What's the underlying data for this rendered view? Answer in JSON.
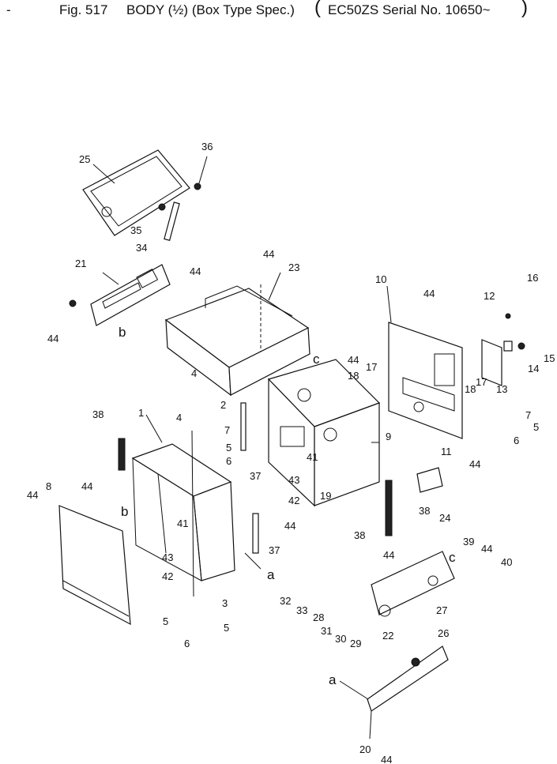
{
  "header": {
    "dash": "-",
    "fig": "Fig. 517",
    "title": "BODY (½) (Box Type Spec.)",
    "model": "EC50ZS Serial No. 10650~"
  },
  "callouts": [
    {
      "id": "p25",
      "text": "25"
    },
    {
      "id": "p36",
      "text": "36"
    },
    {
      "id": "p35",
      "text": "35"
    },
    {
      "id": "p34",
      "text": "34"
    },
    {
      "id": "p21",
      "text": "21"
    },
    {
      "id": "p44a",
      "text": "44"
    },
    {
      "id": "p44b",
      "text": "44"
    },
    {
      "id": "p44c",
      "text": "44"
    },
    {
      "id": "p23",
      "text": "23"
    },
    {
      "id": "p44d",
      "text": "44"
    },
    {
      "id": "p10",
      "text": "10"
    },
    {
      "id": "p44e",
      "text": "44"
    },
    {
      "id": "p12",
      "text": "12"
    },
    {
      "id": "p16",
      "text": "16"
    },
    {
      "id": "p15",
      "text": "15"
    },
    {
      "id": "p14",
      "text": "14"
    },
    {
      "id": "p13",
      "text": "13"
    },
    {
      "id": "p17a",
      "text": "17"
    },
    {
      "id": "p17b",
      "text": "17"
    },
    {
      "id": "p18a",
      "text": "18"
    },
    {
      "id": "p18b",
      "text": "18"
    },
    {
      "id": "p7a",
      "text": "7"
    },
    {
      "id": "p5a",
      "text": "5"
    },
    {
      "id": "p6a",
      "text": "6"
    },
    {
      "id": "p4a",
      "text": "4"
    },
    {
      "id": "p2",
      "text": "2"
    },
    {
      "id": "p4b",
      "text": "4"
    },
    {
      "id": "p7b",
      "text": "7"
    },
    {
      "id": "p5b",
      "text": "5"
    },
    {
      "id": "p6b",
      "text": "6"
    },
    {
      "id": "p1",
      "text": "1"
    },
    {
      "id": "p38a",
      "text": "38"
    },
    {
      "id": "p44f",
      "text": "44"
    },
    {
      "id": "p9",
      "text": "9"
    },
    {
      "id": "p41a",
      "text": "41"
    },
    {
      "id": "p43a",
      "text": "43"
    },
    {
      "id": "p42a",
      "text": "42"
    },
    {
      "id": "p19",
      "text": "19"
    },
    {
      "id": "p37a",
      "text": "37"
    },
    {
      "id": "p11",
      "text": "11"
    },
    {
      "id": "p44g",
      "text": "44"
    },
    {
      "id": "p8",
      "text": "8"
    },
    {
      "id": "p44h",
      "text": "44"
    },
    {
      "id": "p41b",
      "text": "41"
    },
    {
      "id": "p43b",
      "text": "43"
    },
    {
      "id": "p42b",
      "text": "42"
    },
    {
      "id": "p44i",
      "text": "44"
    },
    {
      "id": "p37b",
      "text": "37"
    },
    {
      "id": "p38b",
      "text": "38"
    },
    {
      "id": "p38c",
      "text": "38"
    },
    {
      "id": "p44j",
      "text": "44"
    },
    {
      "id": "p24",
      "text": "24"
    },
    {
      "id": "p39",
      "text": "39"
    },
    {
      "id": "p44k",
      "text": "44"
    },
    {
      "id": "p40",
      "text": "40"
    },
    {
      "id": "p3",
      "text": "3"
    },
    {
      "id": "p5c",
      "text": "5"
    },
    {
      "id": "p5d",
      "text": "5"
    },
    {
      "id": "p6c",
      "text": "6"
    },
    {
      "id": "p32",
      "text": "32"
    },
    {
      "id": "p33",
      "text": "33"
    },
    {
      "id": "p28",
      "text": "28"
    },
    {
      "id": "p31",
      "text": "31"
    },
    {
      "id": "p30",
      "text": "30"
    },
    {
      "id": "p29",
      "text": "29"
    },
    {
      "id": "p27",
      "text": "27"
    },
    {
      "id": "p26",
      "text": "26"
    },
    {
      "id": "p22",
      "text": "22"
    },
    {
      "id": "p20",
      "text": "20"
    },
    {
      "id": "p44l",
      "text": "44"
    }
  ],
  "letters": [
    {
      "id": "b1",
      "text": "b"
    },
    {
      "id": "b2",
      "text": "b"
    },
    {
      "id": "c1",
      "text": "c"
    },
    {
      "id": "c2",
      "text": "c"
    },
    {
      "id": "a1",
      "text": "a"
    },
    {
      "id": "a2",
      "text": "a"
    }
  ]
}
